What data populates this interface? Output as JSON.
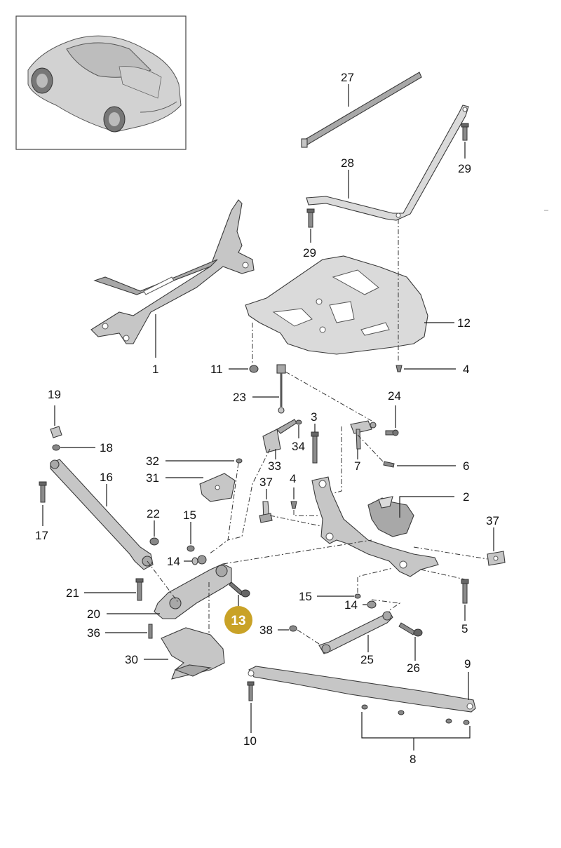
{
  "thumbnail": {
    "alt": "car-thumbnail"
  },
  "highlight": {
    "label": "13",
    "color": "#c9a227"
  },
  "callouts": {
    "c1": "1",
    "c2": "2",
    "c3": "3",
    "c4a": "4",
    "c4b": "4",
    "c5": "5",
    "c6": "6",
    "c7": "7",
    "c8": "8",
    "c9": "9",
    "c10": "10",
    "c11": "11",
    "c12": "12",
    "c14a": "14",
    "c14b": "14",
    "c15a": "15",
    "c15b": "15",
    "c16": "16",
    "c17": "17",
    "c18": "18",
    "c19": "19",
    "c20": "20",
    "c21": "21",
    "c22": "22",
    "c23": "23",
    "c24": "24",
    "c25": "25",
    "c26": "26",
    "c27": "27",
    "c28": "28",
    "c29a": "29",
    "c29b": "29",
    "c30": "30",
    "c31": "31",
    "c32": "32",
    "c33": "33",
    "c34": "34",
    "c36": "36",
    "c37a": "37",
    "c37b": "37",
    "c38": "38"
  }
}
